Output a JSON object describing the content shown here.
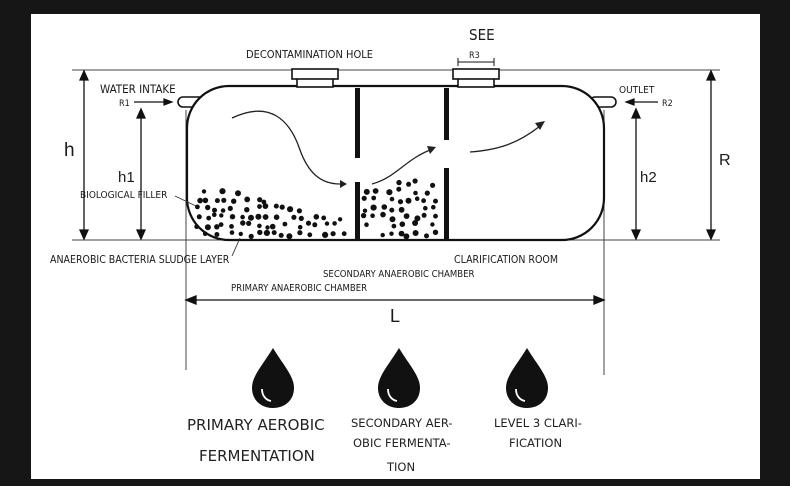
{
  "labels": {
    "see": "SEE",
    "r3": "R3",
    "decontamination_hole": "DECONTAMINATION HOLE",
    "water_intake": "WATER INTAKE",
    "outlet": "OUTLET",
    "r1": "R1",
    "r2": "R2",
    "h": "h",
    "h1": "h1",
    "h2": "h2",
    "r": "R",
    "biological_filler": "BIOLOGICAL FILLER",
    "anaerobic_sludge": "ANAEROBIC BACTERIA SLUDGE LAYER",
    "clarification_room": "CLARIFICATION ROOM",
    "secondary_chamber": "SECONDARY ANAEROBIC CHAMBER",
    "primary_chamber": "PRIMARY ANAEROBIC CHAMBER",
    "l": "L"
  },
  "stages": [
    {
      "line1": "PRIMARY AEROBIC",
      "line2": "FERMENTATION"
    },
    {
      "line1": "SECONDARY AER-",
      "line2": "OBIC FERMENTA-",
      "line3": "TION"
    },
    {
      "line1": "LEVEL 3 CLARI-",
      "line2": "FICATION"
    }
  ],
  "colors": {
    "background": "#161616",
    "panel": "#ffffff",
    "ink": "#1a1a1a",
    "drop": "#111111"
  }
}
